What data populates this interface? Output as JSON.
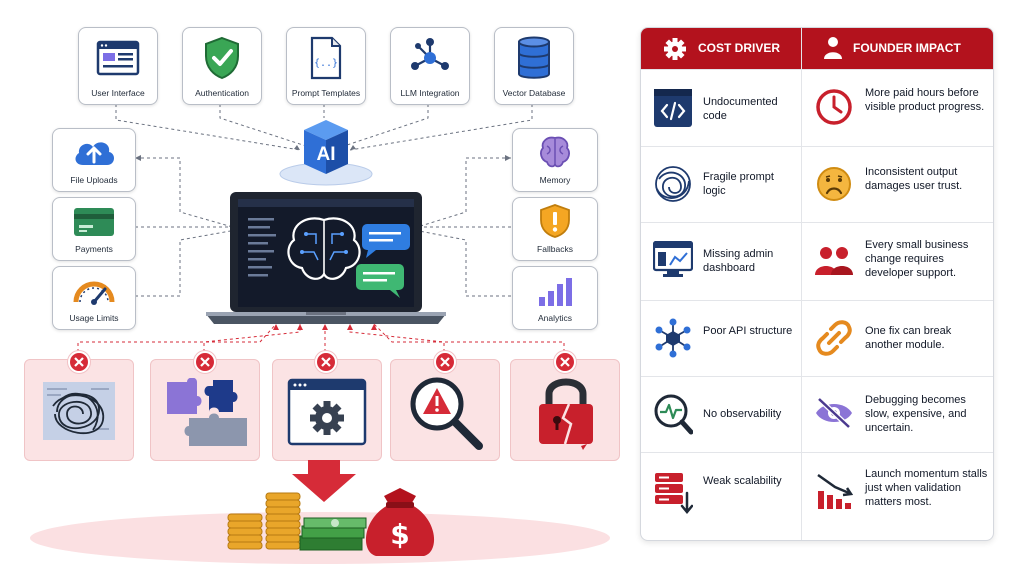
{
  "modules": {
    "top": [
      "User Interface",
      "Authentication",
      "Prompt Templates",
      "LLM Integration",
      "Vector Database"
    ],
    "left": [
      "File Uploads",
      "Payments",
      "Usage Limits"
    ],
    "right": [
      "Memory",
      "Fallbacks",
      "Analytics"
    ]
  },
  "ai_cube_label": "AI",
  "table": {
    "headers": {
      "cost_driver": "COST DRIVER",
      "founder_impact": "FOUNDER IMPACT"
    },
    "rows": [
      {
        "driver": "Undocumented code",
        "impact": "More paid hours before visible product progress."
      },
      {
        "driver": "Fragile prompt logic",
        "impact": "Inconsistent output damages user trust."
      },
      {
        "driver": "Missing admin dashboard",
        "impact": "Every small business change requires developer support."
      },
      {
        "driver": "Poor API structure",
        "impact": "One fix can break another module."
      },
      {
        "driver": "No observability",
        "impact": "Debugging becomes slow, expensive, and uncertain."
      },
      {
        "driver": "Weak scalability",
        "impact": "Launch momentum stalls just when validation matters most."
      }
    ]
  },
  "colors": {
    "brand_red": "#b3121d",
    "navy": "#1e3a6e",
    "accent_blue": "#2f6fd6",
    "problem_bg": "#fbe3e4"
  },
  "icons": {
    "table_rows": [
      "code-icon",
      "tangled-scribble-icon",
      "dashboard-icon",
      "network-nodes-icon",
      "magnifier-pulse-icon",
      "server-arrow-icon"
    ],
    "impact_rows": [
      "clock-icon",
      "frown-face-icon",
      "users-icon",
      "broken-chain-icon",
      "eye-slash-icon",
      "declining-bar-chart-icon"
    ],
    "problems": [
      "tangled-code-icon",
      "puzzle-icon",
      "settings-window-icon",
      "warning-search-icon",
      "broken-lock-icon"
    ]
  }
}
